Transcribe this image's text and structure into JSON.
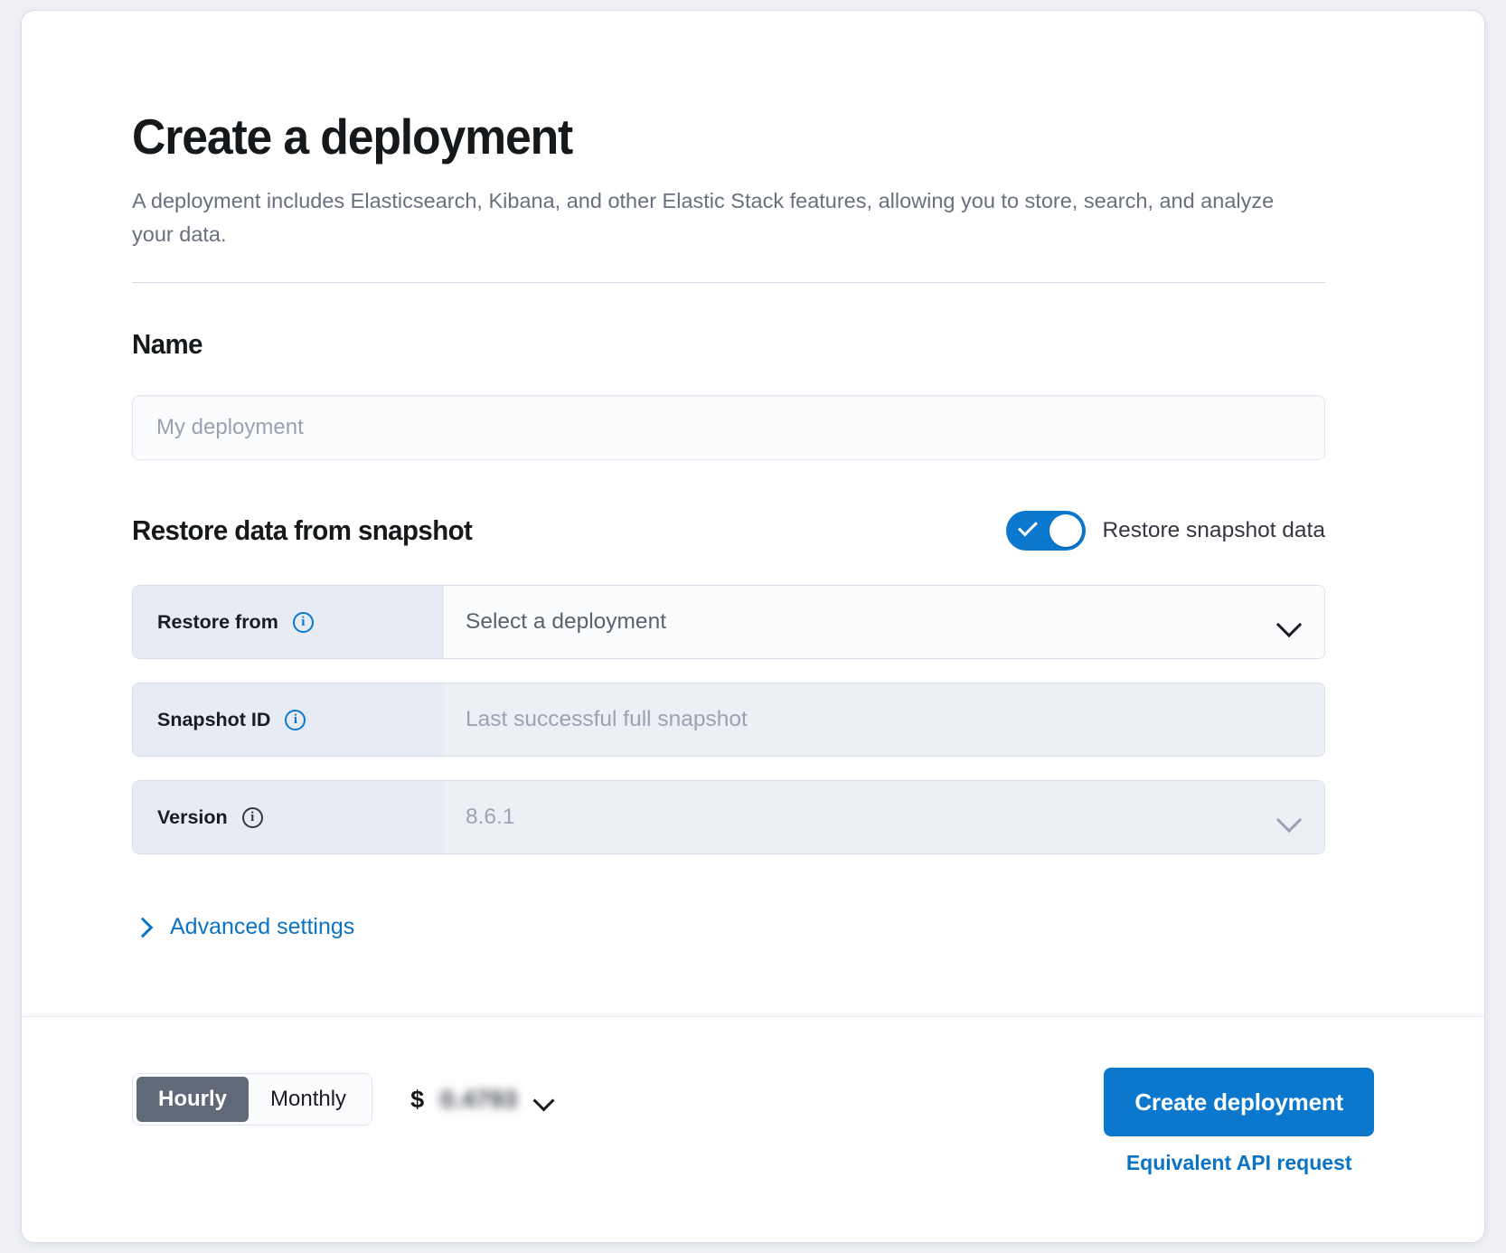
{
  "header": {
    "title": "Create a deployment",
    "subtitle": "A deployment includes Elasticsearch, Kibana, and other Elastic Stack features, allowing you to store, search, and analyze your data."
  },
  "name_section": {
    "heading": "Name",
    "input_value": "",
    "input_placeholder": "My deployment"
  },
  "restore_section": {
    "heading": "Restore data from snapshot",
    "toggle_label": "Restore snapshot data",
    "toggle_on": true,
    "rows": [
      {
        "label": "Restore from",
        "value": "Select a deployment",
        "info_icon": "info-icon",
        "control": "chevron-down-icon",
        "disabled": false
      },
      {
        "label": "Snapshot ID",
        "value": "Last successful full snapshot",
        "info_icon": "info-icon",
        "control": "none",
        "disabled": true
      },
      {
        "label": "Version",
        "value": "8.6.1",
        "info_icon": "info-icon",
        "control": "chevron-down-icon",
        "disabled": true
      }
    ],
    "advanced_settings_label": "Advanced settings",
    "advanced_settings_icon": "chevron-right-icon"
  },
  "footer": {
    "billing_options": [
      "Hourly",
      "Monthly"
    ],
    "billing_selected": "Hourly",
    "price_currency": "$",
    "price_amount": "0.4793",
    "price_chevron": "chevron-down-icon",
    "create_button": "Create deployment",
    "api_link": "Equivalent API request"
  },
  "colors": {
    "accent_blue": "#0b78ce",
    "link_blue": "#0b73c4",
    "label_bg": "#e7ebf3",
    "disabled_bg": "#ecf0f5",
    "page_bg": "#eff1f5",
    "segment_active": "#606978"
  }
}
